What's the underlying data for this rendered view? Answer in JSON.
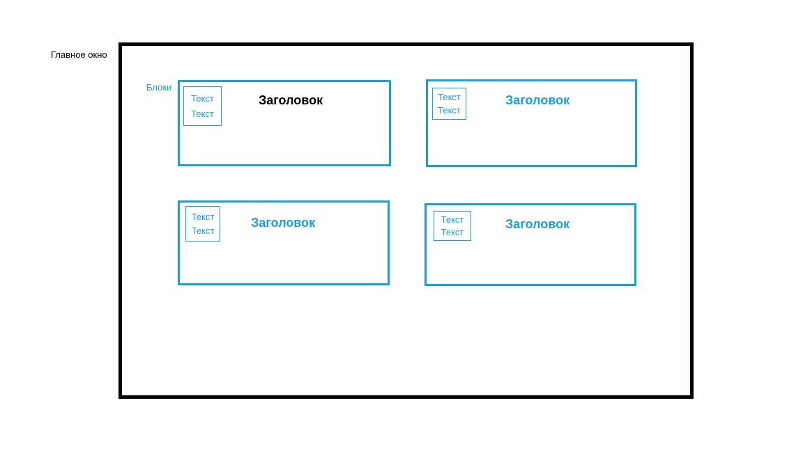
{
  "labels": {
    "main_window": "Главное окно",
    "blocks": "Блоки"
  },
  "blocks": [
    {
      "title": "Заголовок",
      "title_color": "#000000",
      "text_lines": [
        "Текст",
        "Текст"
      ]
    },
    {
      "title": "Заголовок",
      "title_color": "#1a9fd9",
      "text_lines": [
        "Текст",
        "Текст"
      ]
    },
    {
      "title": "Заголовок",
      "title_color": "#1a9fd9",
      "text_lines": [
        "Текст",
        "Текст"
      ]
    },
    {
      "title": "Заголовок",
      "title_color": "#1a9fd9",
      "text_lines": [
        "Текст",
        "Текст"
      ]
    }
  ],
  "colors": {
    "accent": "#1a9fd9",
    "frame": "#000000",
    "background": "#ffffff"
  }
}
